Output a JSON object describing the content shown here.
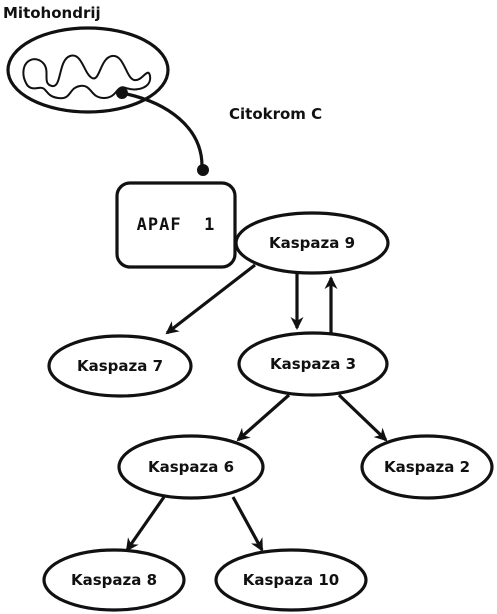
{
  "mitochondrion": {
    "label": "Mitohondrij"
  },
  "cytochrome": {
    "label": "Citokrom C"
  },
  "apaf": {
    "label": "APAF  1"
  },
  "nodes": {
    "caspase9": "Kaspaza 9",
    "caspase7": "Kaspaza 7",
    "caspase3": "Kaspaza 3",
    "caspase6": "Kaspaza 6",
    "caspase2": "Kaspaza 2",
    "caspase8": "Kaspaza 8",
    "caspase10": "Kaspaza 10"
  },
  "colors": {
    "ink": "#111111",
    "background": "#ffffff"
  }
}
